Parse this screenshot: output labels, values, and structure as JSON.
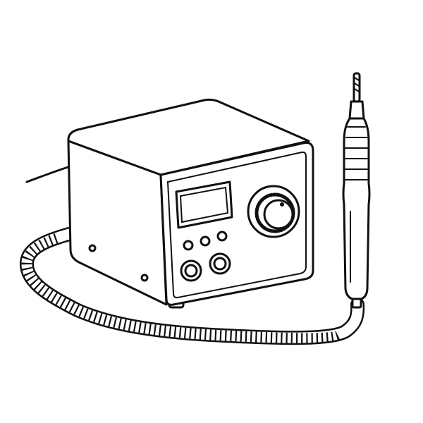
{
  "colors": {
    "background": "#ffffff",
    "line": "#111111"
  },
  "icons": [
    "control-unit",
    "speed-knob",
    "handpiece",
    "coiled-cord"
  ]
}
